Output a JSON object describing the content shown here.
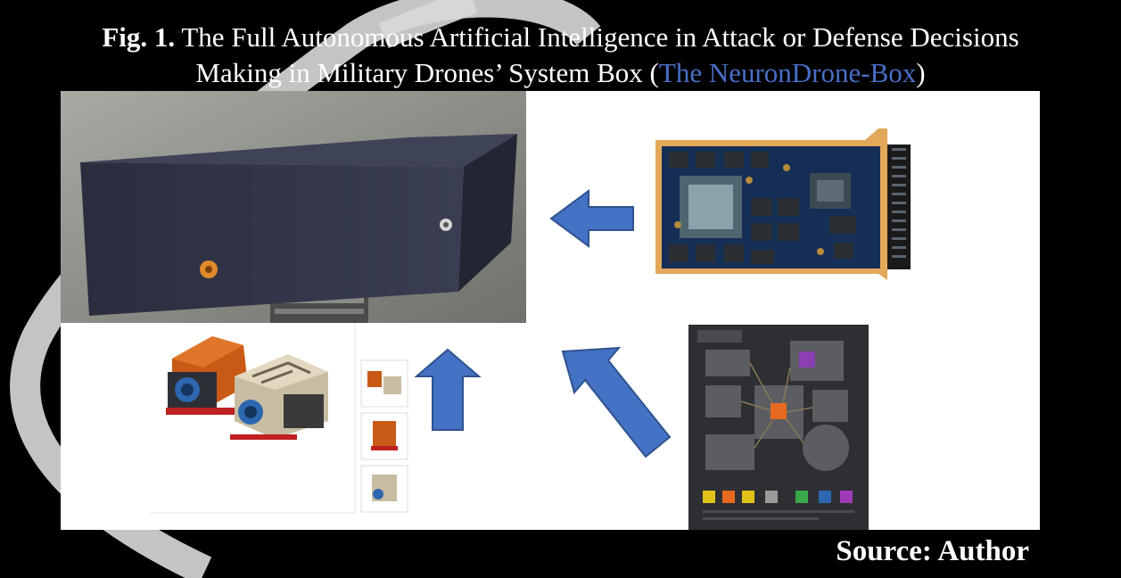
{
  "caption": {
    "fig_number": "Fig. 1.",
    "line1_text": "The Full Autonomous Artificial Intelligence in Attack or Defense Decisions",
    "line2_text": "Making in Military Drones’ System Box (",
    "highlight": "The NeuronDrone-Box",
    "closing": ")"
  },
  "source": "Source: Author",
  "colors": {
    "background": "#000000",
    "caption_text": "#ffffff",
    "highlight_text": "#4a6fc7",
    "arrow_fill": "#4472c4",
    "arrow_stroke": "#2f528f"
  },
  "panels": [
    {
      "name": "system-box-photo"
    },
    {
      "name": "compute-module-board"
    },
    {
      "name": "flight-controller-modules"
    },
    {
      "name": "carrier-board-poster"
    }
  ]
}
